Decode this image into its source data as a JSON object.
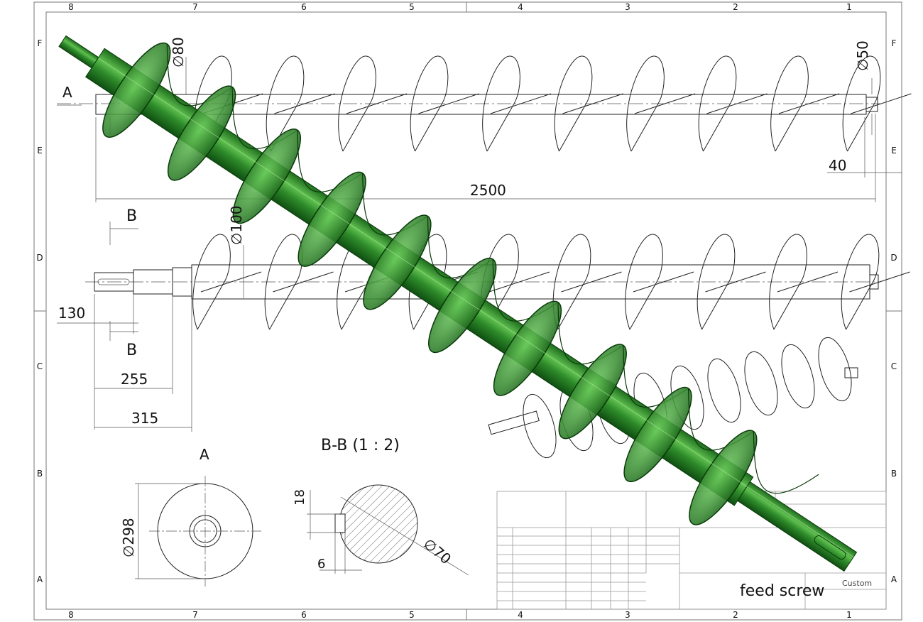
{
  "sheet": {
    "columns": [
      "8",
      "7",
      "6",
      "5",
      "4",
      "3",
      "2",
      "1"
    ],
    "rows": [
      "F",
      "E",
      "D",
      "C",
      "B",
      "A"
    ]
  },
  "dimensions": {
    "top_view_label": "A",
    "dia_80": "∅80",
    "dia_50": "∅50",
    "len_40": "40",
    "len_2500": "2500",
    "section_b_top": "B",
    "dia_100": "∅100",
    "len_130": "130",
    "section_b_bottom": "B",
    "len_255": "255",
    "len_315": "315"
  },
  "views": {
    "view_a_title": "A",
    "view_a_dia": "∅298",
    "section_title": "B-B (1 : 2)",
    "section_18": "18",
    "section_6": "6",
    "section_dia": "∅70"
  },
  "title_block": {
    "part_name": "feed screw",
    "sheet_size": "Custom",
    "sheet_row": "A"
  },
  "colors": {
    "model_green": "#2e8b2a",
    "model_dark": "#0f4f12"
  }
}
